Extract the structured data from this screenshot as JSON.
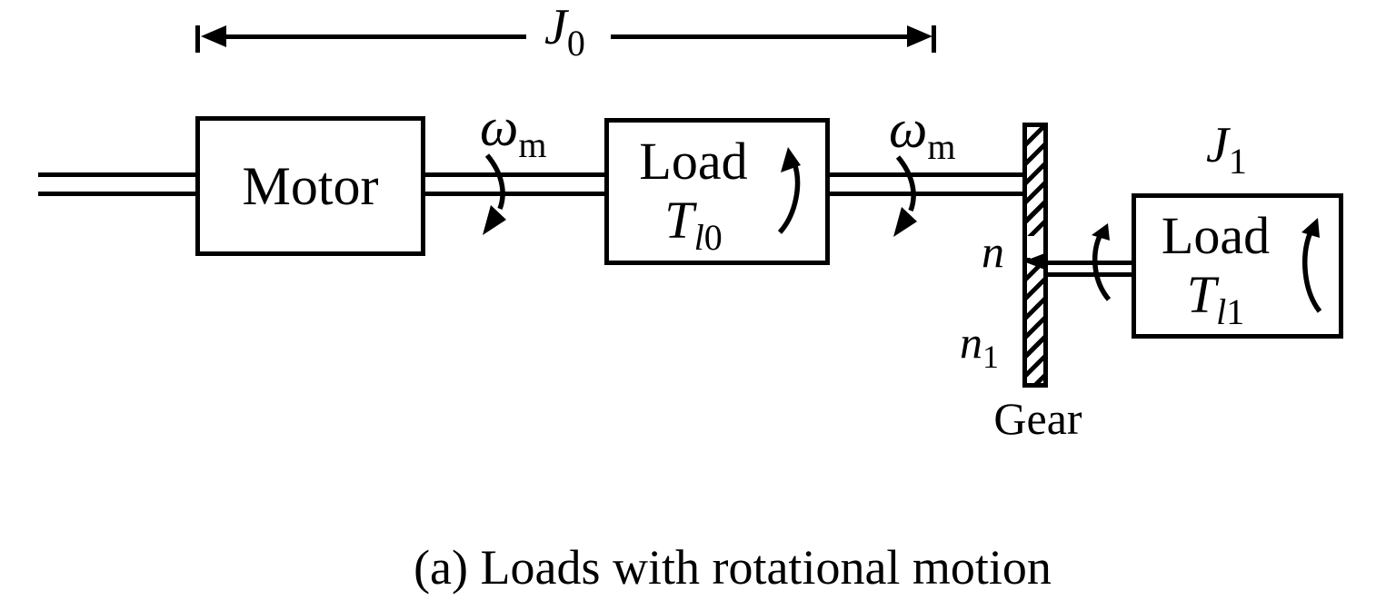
{
  "colors": {
    "ink": "#000000",
    "background": "#ffffff"
  },
  "diagram": {
    "inertia_span": {
      "main": "J",
      "sub": "0"
    },
    "motor_label": "Motor",
    "shaft_speed": {
      "main": "ω",
      "sub": "m"
    },
    "load0": {
      "title": "Load",
      "torque": {
        "main": "T",
        "sub_l": "l",
        "sub_digit": "0"
      }
    },
    "load1": {
      "title": "Load",
      "torque": {
        "main": "T",
        "sub_l": "l",
        "sub_digit": "1"
      },
      "inertia": {
        "main": "J",
        "sub": "1"
      }
    },
    "gear": {
      "label": "Gear",
      "upper": "n",
      "lower": {
        "main": "n",
        "sub": "1"
      }
    },
    "caption": "(a) Loads with rotational motion"
  }
}
